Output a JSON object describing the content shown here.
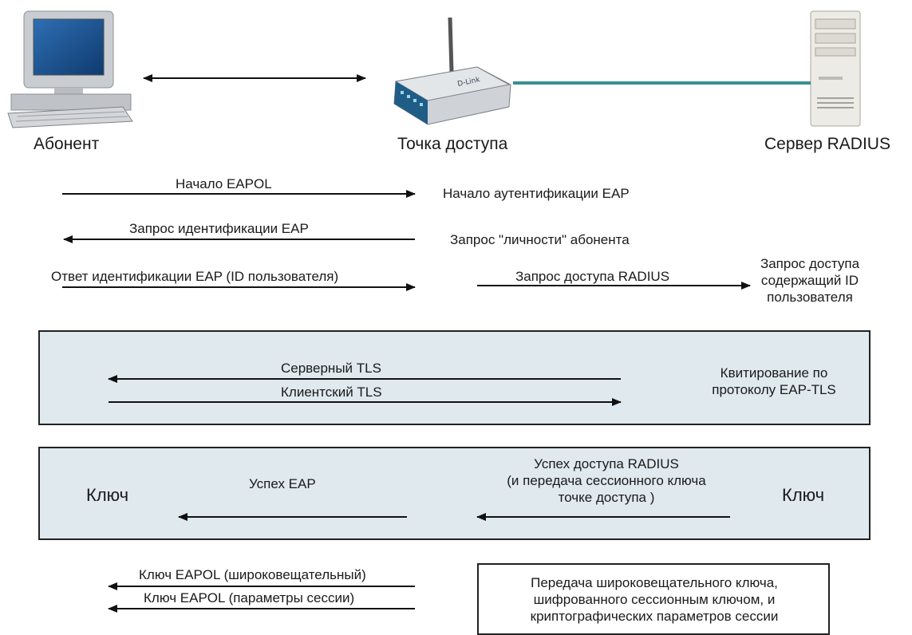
{
  "nodes": {
    "subscriber": "Абонент",
    "access_point": "Точка доступа",
    "radius_server": "Сервер RADIUS"
  },
  "icons": {
    "subscriber": "computer-icon",
    "access_point": "wireless-router-icon",
    "radius_server": "server-tower-icon"
  },
  "colors": {
    "panel_fill": "#dfe9ee",
    "link_teal": "#3a8f93",
    "router_blue": "#1f5d86"
  },
  "steps": {
    "eapol_start": "Начало EAPOL",
    "eap_auth_start": "Начало аутентификации EAP",
    "eap_identity_request": "Запрос идентификации EAP",
    "identity_request_note": "Запрос \"личности\" абонента",
    "eap_identity_response": "Ответ идентификации EAP (ID пользователя)",
    "radius_access_request": "Запрос доступа RADIUS",
    "access_request_note": [
      "Запрос доступа",
      "содержащий ID",
      "пользователя"
    ]
  },
  "tls_panel": {
    "server_tls": "Серверный TLS",
    "client_tls": "Клиентский TLS",
    "note": [
      "Квитирование по",
      "протоколу EAP-TLS"
    ]
  },
  "success_panel": {
    "key_left": "Ключ",
    "eap_success": "Успех EAP",
    "radius_success": [
      "Успех доступа RADIUS",
      "(и передача сессионного ключа",
      "точке доступа )"
    ],
    "key_right": "Ключ"
  },
  "final": {
    "eapol_key_broadcast": "Ключ EAPOL (широковещательный)",
    "eapol_key_session": "Ключ EAPOL (параметры сессии)",
    "note": [
      "Передача широковещательного ключа,",
      "шифрованного сессионным ключом, и",
      "криптографических параметров сессии"
    ]
  }
}
